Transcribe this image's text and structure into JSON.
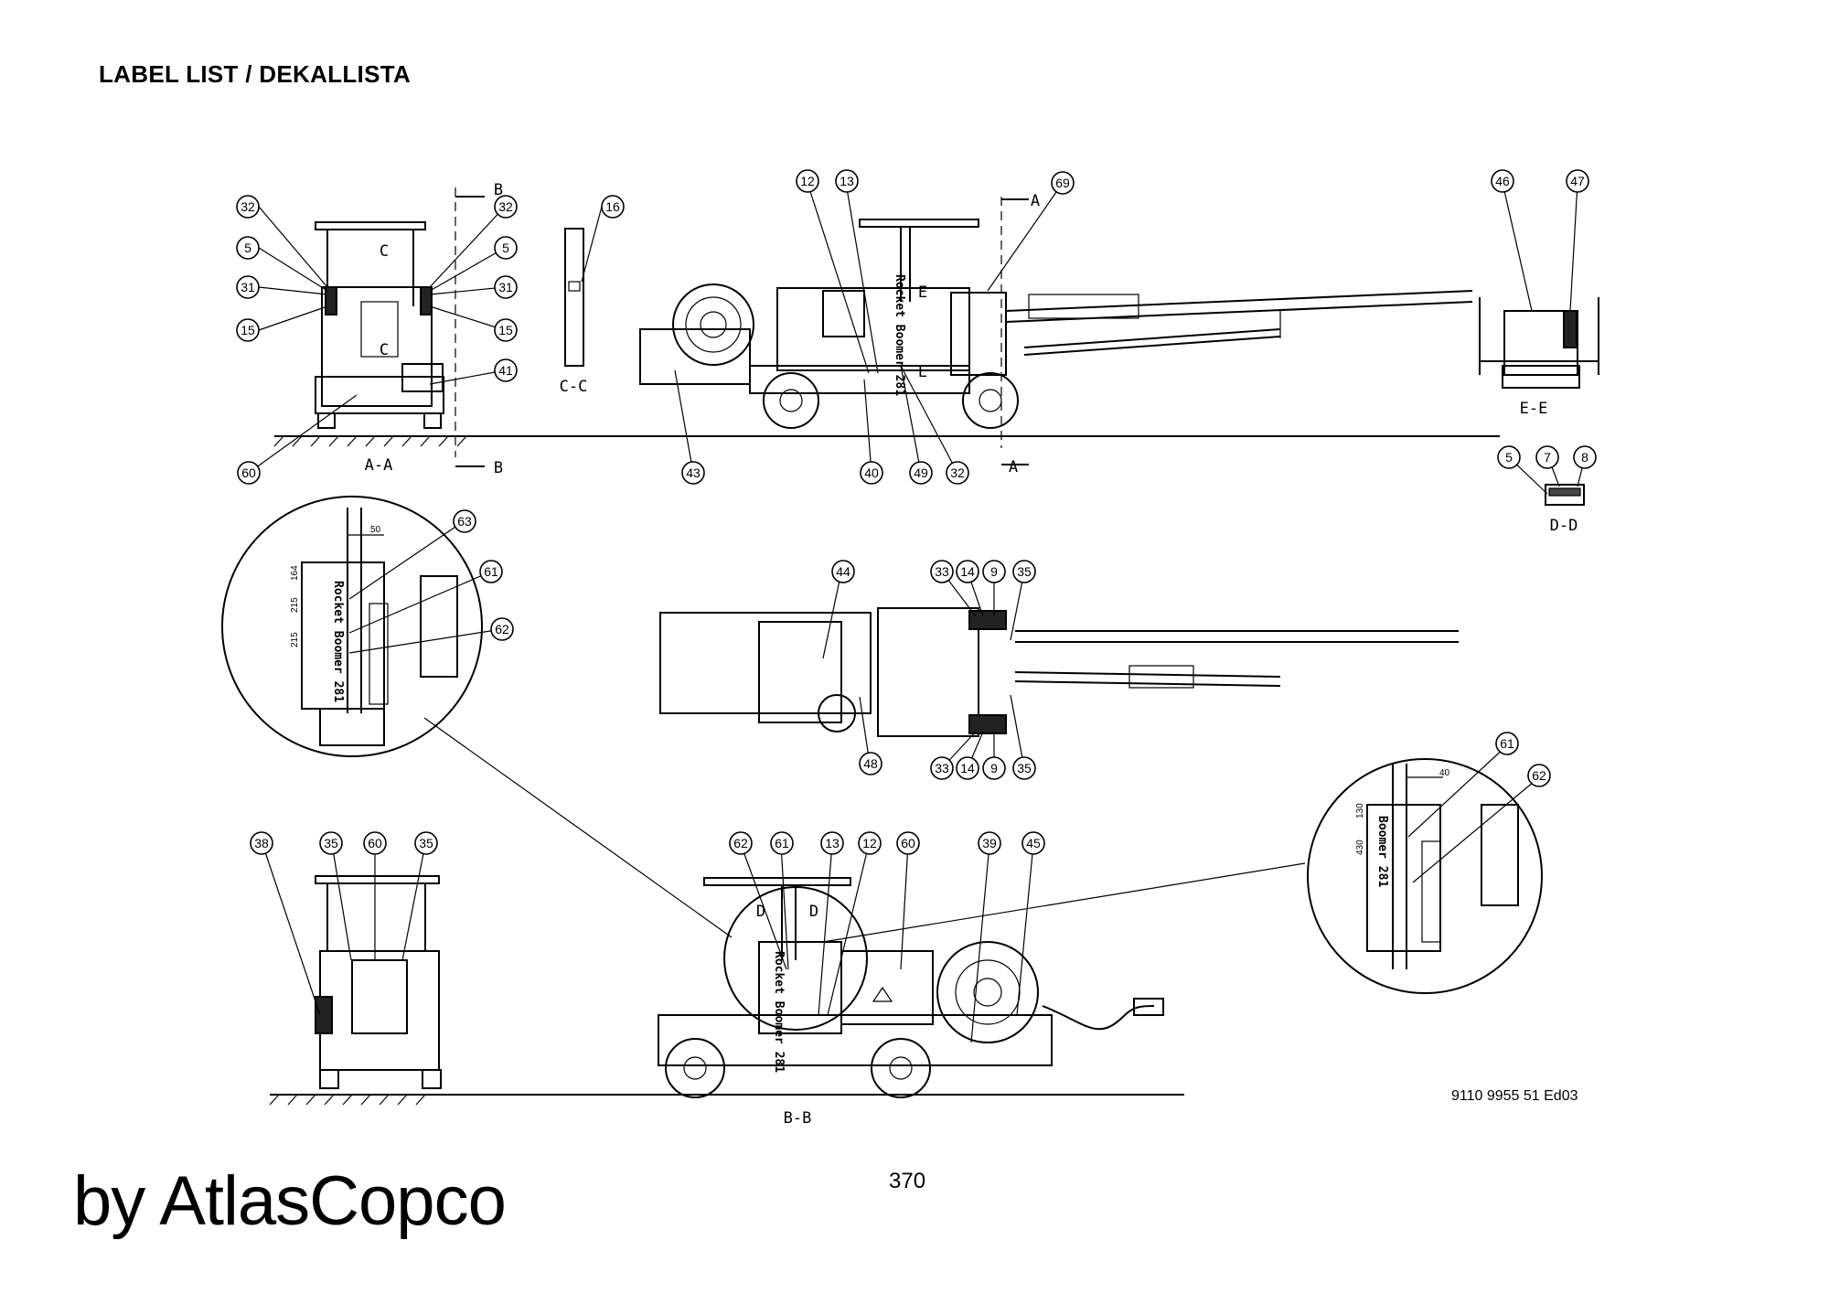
{
  "title": "LABEL LIST / DEKALLISTA",
  "doc_number": "9110 9955 51 Ed03",
  "page_number": "370",
  "watermark": "by AtlasCopco",
  "machine_label": "Rocket Boomer 281",
  "machine_label_short": "Boomer 281",
  "view_labels": {
    "aa": "A-A",
    "bb": "B-B",
    "cc": "C-C",
    "dd": "D-D",
    "ee": "E-E"
  },
  "section_letters": {
    "a": "A",
    "b": "B",
    "c": "C",
    "d": "D",
    "e": "E"
  },
  "dimensions": {
    "d50": "50",
    "d164": "164",
    "d215a": "215",
    "d215b": "215",
    "d40": "40",
    "d130": "130",
    "d430": "430"
  },
  "bubbles": {
    "aa": [
      "32",
      "5",
      "31",
      "15",
      "32",
      "5",
      "31",
      "15",
      "41",
      "60"
    ],
    "cc": [
      "16"
    ],
    "side_top": [
      "12",
      "13",
      "69",
      "43",
      "40",
      "49",
      "32"
    ],
    "ee": [
      "46",
      "47"
    ],
    "dd": [
      "5",
      "7",
      "8"
    ],
    "detail_left": [
      "63",
      "61",
      "62"
    ],
    "plan": [
      "44",
      "33",
      "14",
      "9",
      "35",
      "48",
      "33",
      "14",
      "9",
      "35"
    ],
    "detail_right": [
      "61",
      "62"
    ],
    "rear": [
      "38",
      "35",
      "60",
      "35"
    ],
    "bb": [
      "62",
      "61",
      "13",
      "12",
      "60",
      "39",
      "45"
    ]
  }
}
